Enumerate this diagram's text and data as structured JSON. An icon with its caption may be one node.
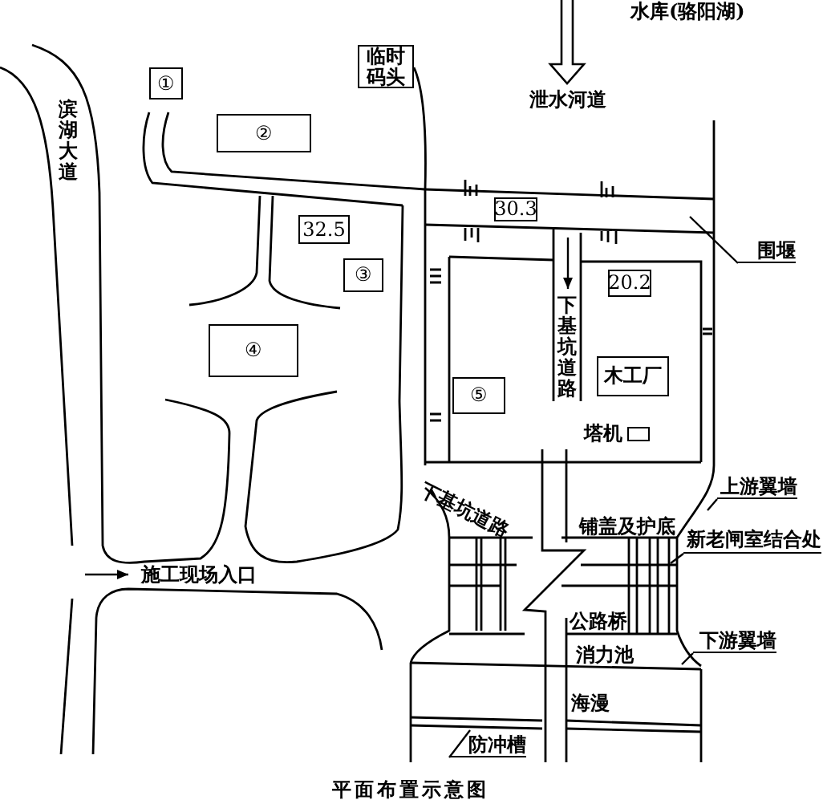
{
  "diagram": {
    "caption": "平面布置示意图",
    "nodes": [
      {
        "text": [
          "①"
        ]
      },
      {
        "text": [
          "临时码头"
        ]
      },
      {
        "text": [
          "②"
        ]
      },
      {
        "text": [
          "32.5"
        ]
      },
      {
        "text": [
          "③"
        ]
      },
      {
        "text": [
          "④"
        ]
      },
      {
        "text": [
          "30.3"
        ]
      },
      {
        "text": [
          "20.2"
        ]
      },
      {
        "text": [
          "木工厂"
        ]
      },
      {
        "text": [
          "⑤"
        ]
      },
      {
        "text": [],
        "shape": "box",
        "beside": [
          "塔机"
        ]
      },
      {
        "text": [
          "围堰"
        ]
      },
      {
        "text": [
          "上游翼墙"
        ]
      },
      {
        "text": [
          "新老闸室结合处"
        ]
      },
      {
        "text": [
          "下游翼墙"
        ]
      },
      {
        "text": [
          "防冲槽"
        ]
      }
    ],
    "edges": [
      {
        "from": 11,
        "to": null,
        "arrow": "none"
      },
      {
        "from": 12,
        "to": null,
        "arrow": "none"
      },
      {
        "from": 13,
        "to": null,
        "arrow": "none"
      },
      {
        "from": 14,
        "to": null,
        "arrow": "none"
      },
      {
        "from": 15,
        "to": null,
        "arrow": "none"
      }
    ],
    "labels": [
      "水库(骆阳湖)",
      "泄水河道",
      "滨湖大道",
      "下基坑道路",
      "下基坑道路",
      "施工现场入口",
      "铺盖及护底",
      "公路桥",
      "消力池",
      "海漫"
    ]
  }
}
